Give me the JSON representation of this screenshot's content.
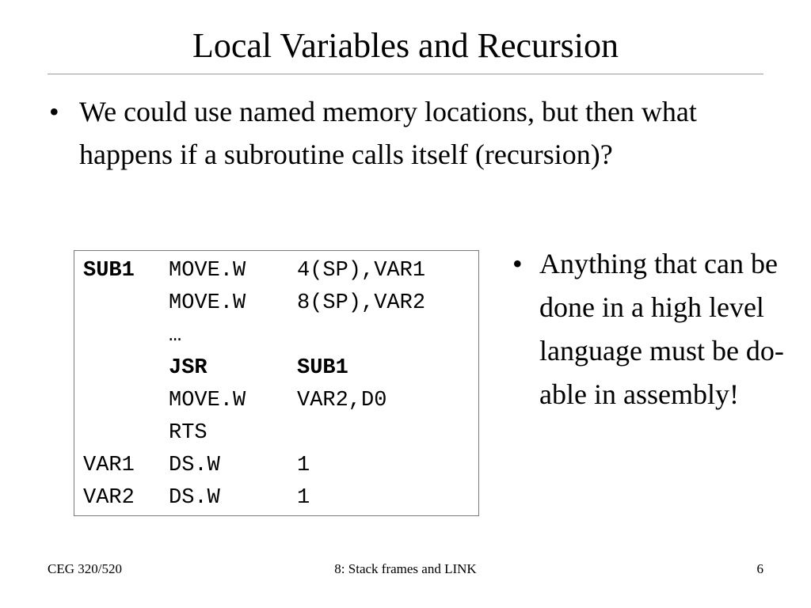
{
  "slide": {
    "title": "Local Variables and Recursion",
    "bullet_char": "•",
    "main_bullet": "We could use named memory locations, but then what happens if a subroutine calls itself (recursion)?",
    "side_bullet": "Anything that can be done in a high level language must be do-able in assembly!"
  },
  "code": {
    "rows": [
      {
        "label": "SUB1",
        "op": "MOVE.W",
        "arg": "4(SP),VAR1"
      },
      {
        "label": "",
        "op": "MOVE.W",
        "arg": "8(SP),VAR2"
      },
      {
        "label": "",
        "op": "…",
        "arg": ""
      },
      {
        "label": "",
        "op": "JSR",
        "arg": "SUB1"
      },
      {
        "label": "",
        "op": "MOVE.W",
        "arg": "VAR2,D0"
      },
      {
        "label": "",
        "op": "RTS",
        "arg": ""
      },
      {
        "label": "VAR1",
        "op": "DS.W",
        "arg": "1"
      },
      {
        "label": "VAR2",
        "op": "DS.W",
        "arg": "1"
      }
    ]
  },
  "footer": {
    "left": "CEG 320/520",
    "center": "8: Stack frames and LINK",
    "page_number": "6"
  }
}
